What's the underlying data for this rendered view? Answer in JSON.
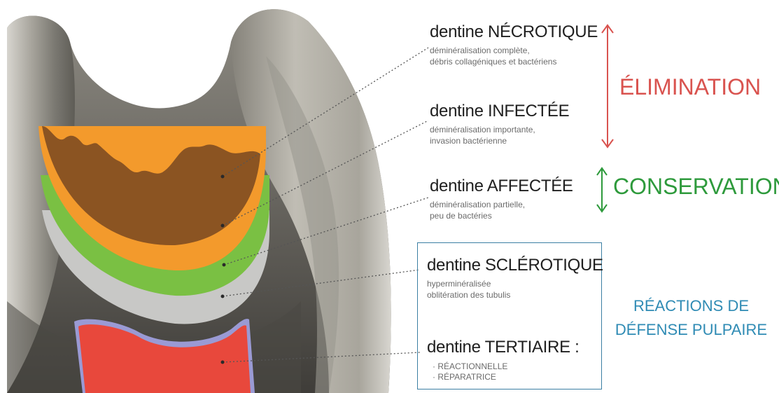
{
  "layers": [
    {
      "id": "necrotique",
      "prefix": "dentine",
      "name": "NÉCROTIQUE",
      "desc": [
        "déminéralisation complète,",
        "débris collagéniques et bactériens"
      ],
      "color": "#8b5422"
    },
    {
      "id": "infectee",
      "prefix": "dentine",
      "name": "INFECTÉE",
      "desc": [
        "déminéralisation importante,",
        "invasion bactérienne"
      ],
      "color": "#f39a2c"
    },
    {
      "id": "affectee",
      "prefix": "dentine",
      "name": "AFFECTÉE",
      "desc": [
        "déminéralisation partielle,",
        "peu de bactéries"
      ],
      "color": "#7ac043"
    },
    {
      "id": "sclerotique",
      "prefix": "dentine",
      "name": "SCLÉROTIQUE",
      "desc": [
        "hyperminéralisée",
        "oblitération des tubulis"
      ],
      "color": "#c8c8c6"
    },
    {
      "id": "tertiaire",
      "prefix": "dentine",
      "name": "TERTIAIRE :",
      "bullets": [
        "RÉACTIONNELLE",
        "RÉPARATRICE"
      ],
      "color": "#e8483c",
      "border_color": "#9a9ad4"
    }
  ],
  "categories": {
    "elimination": {
      "label": "ÉLIMINATION",
      "color": "#d9534f"
    },
    "conservation": {
      "label": "CONSERVATION",
      "color": "#2e9a3c"
    },
    "reactions": {
      "line1": "RÉACTIONS DE",
      "line2": "DÉFENSE PULPAIRE",
      "color": "#2f8bb4"
    }
  }
}
